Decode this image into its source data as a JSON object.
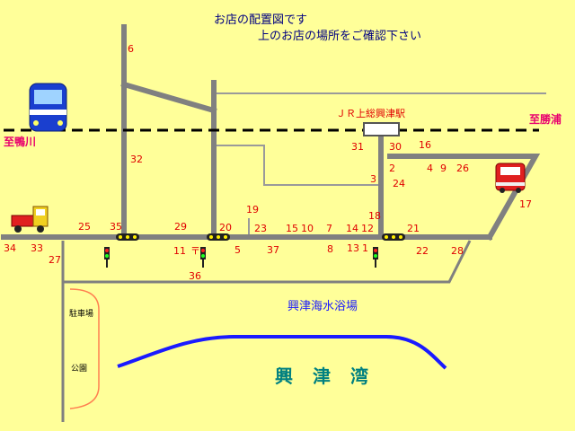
{
  "title": {
    "line1": "お店の配置図です",
    "line2": "上のお店の場所をご確認下さい"
  },
  "labels": {
    "station": "ＪＲ上総興津駅",
    "to_kamogawa": "至鴨川",
    "to_katsuura": "至勝浦",
    "beach": "興津海水浴場",
    "bay": "興津湾",
    "parking": "駐車場",
    "park": "公園",
    "post_office_symbol": "〒"
  },
  "shop_numbers": [
    "1",
    "2",
    "3",
    "4",
    "5",
    "6",
    "7",
    "8",
    "9",
    "10",
    "11",
    "12",
    "13",
    "14",
    "15",
    "16",
    "17",
    "18",
    "19",
    "20",
    "21",
    "22",
    "23",
    "24",
    "25",
    "26",
    "27",
    "28",
    "29",
    "30",
    "31",
    "32",
    "33",
    "34",
    "35",
    "36",
    "37"
  ],
  "icons": [
    "train-icon",
    "truck-icon",
    "car-icon",
    "traffic-light-icon"
  ],
  "colors": {
    "background": "#ffff99",
    "road": "#808080",
    "railway": "#000000",
    "shop_number": "#e00000",
    "direction": "#e8006e",
    "coast": "#0000ff",
    "title": "#000080",
    "bay": "#008080"
  }
}
